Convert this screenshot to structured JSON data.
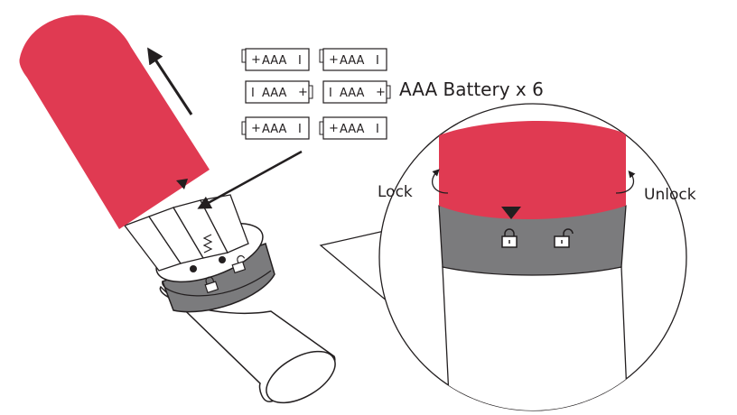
{
  "colors": {
    "cap": "#e03a52",
    "collar": "#7b7b7d",
    "outline": "#231f20",
    "background": "#ffffff"
  },
  "battery": {
    "label": "AAA",
    "plus": "+",
    "minus": "I",
    "count_text": "AAA Battery x 6"
  },
  "detail": {
    "lock_label": "Lock",
    "unlock_label": "Unlock"
  },
  "icons": [
    "up-arrow-icon",
    "insert-arrow-icon",
    "marker-triangle-icon",
    "lock-icon",
    "unlock-icon",
    "rotate-arrow-icon"
  ]
}
